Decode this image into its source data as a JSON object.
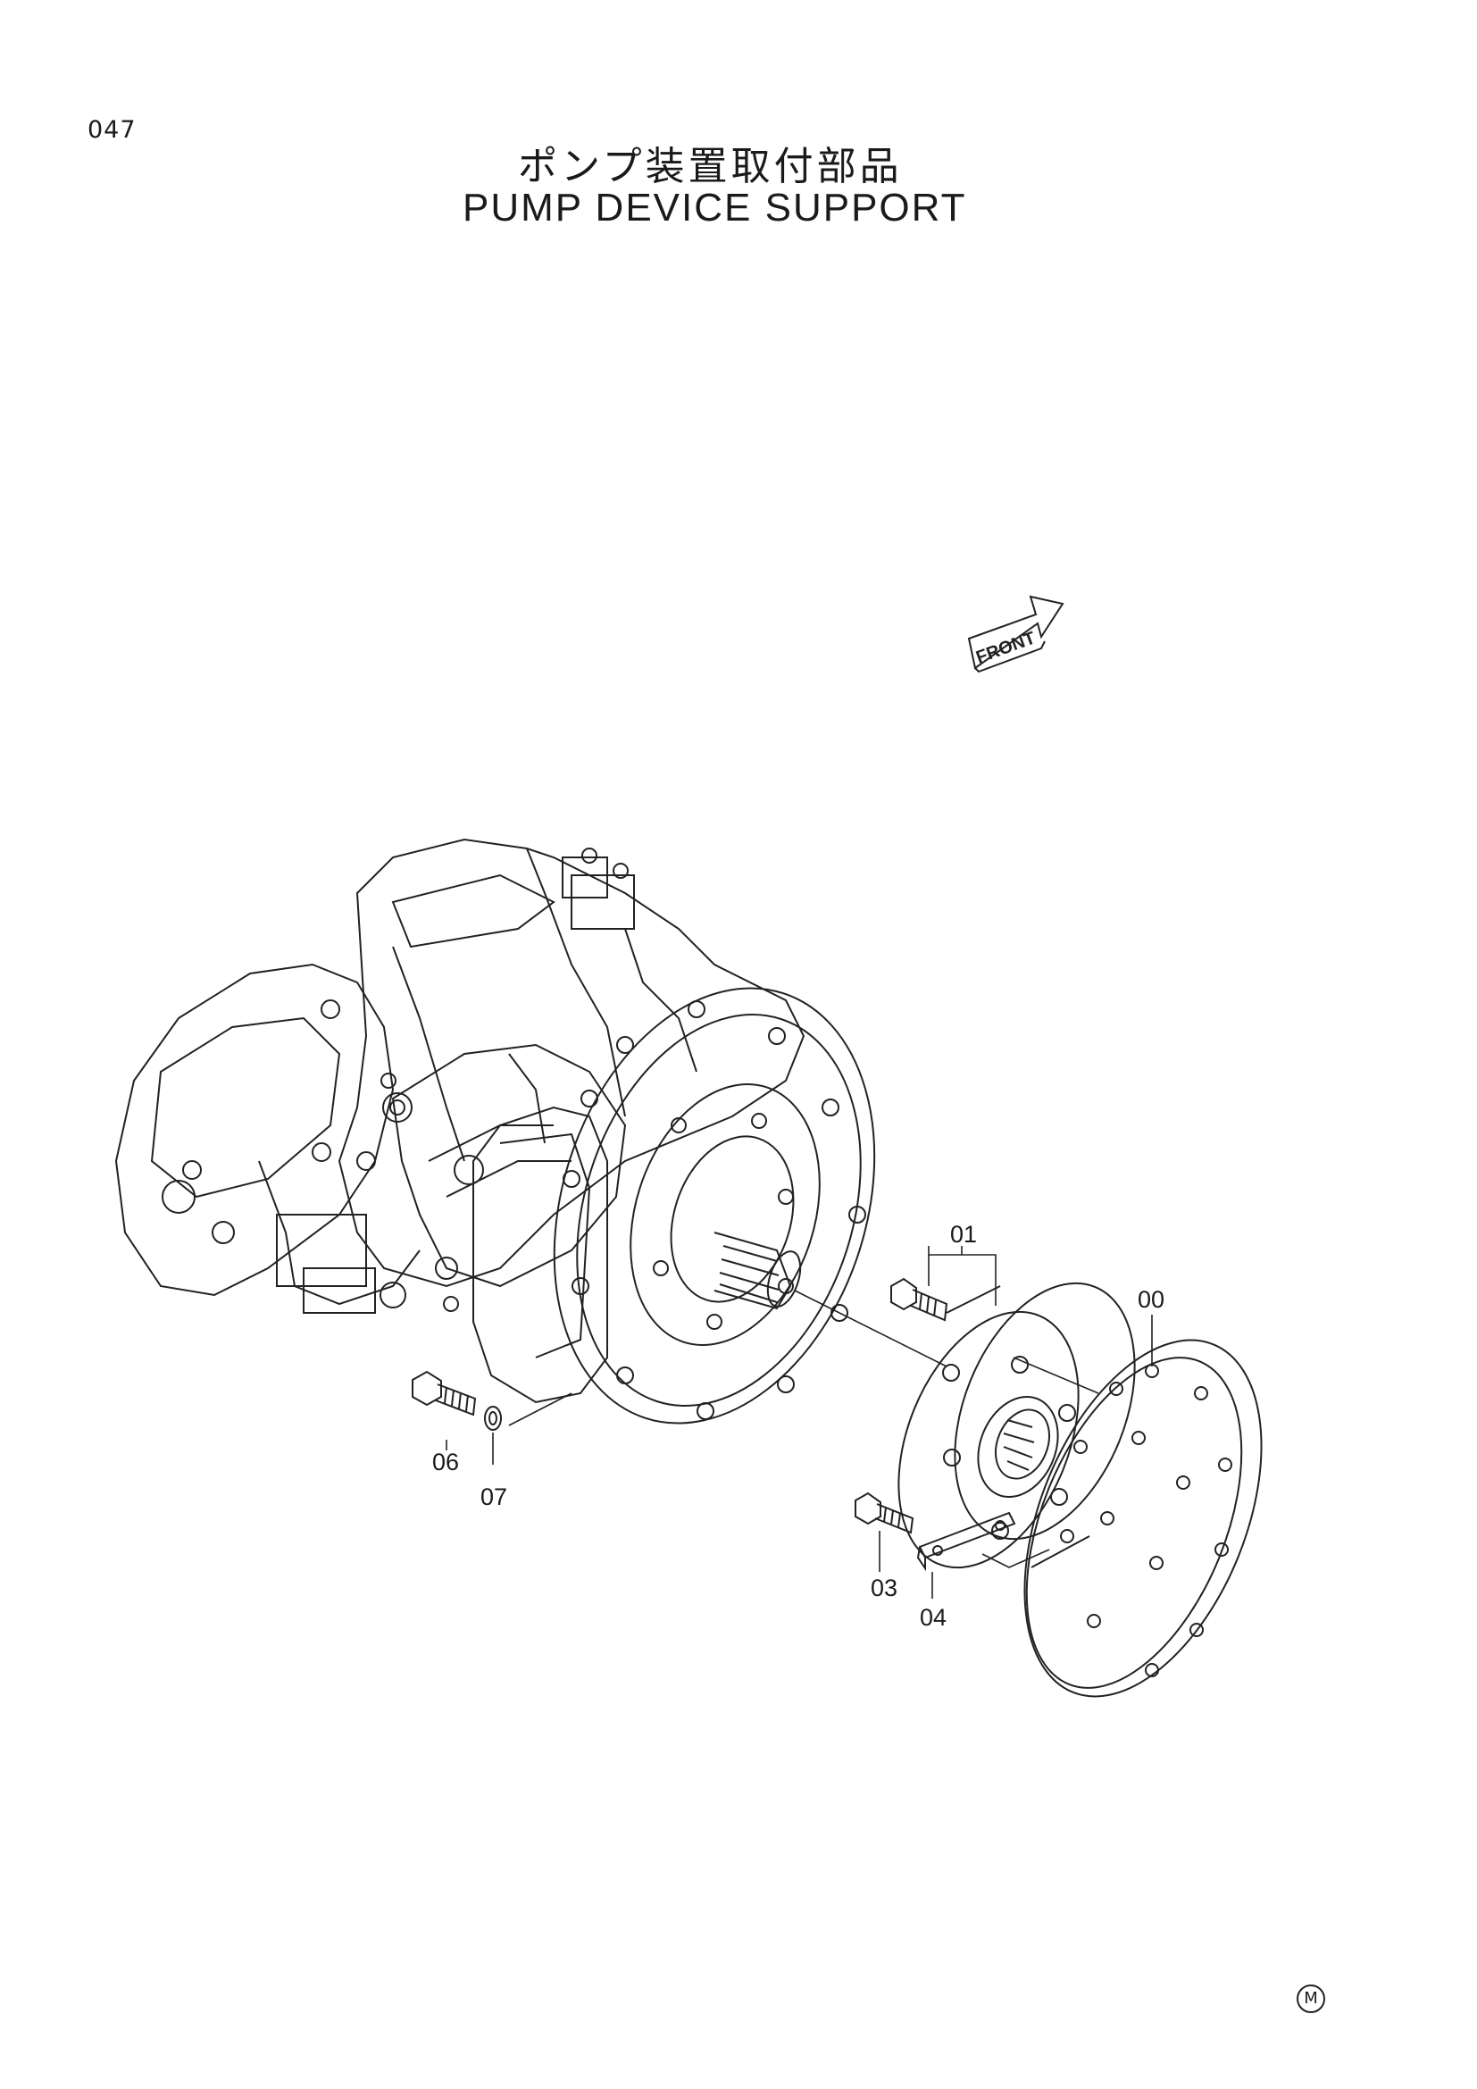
{
  "page_number": "047",
  "title_jp": "ポンプ装置取付部品",
  "title_en": "PUMP DEVICE SUPPORT",
  "front_label": "FRONT",
  "callouts": [
    "01",
    "00",
    "06",
    "07",
    "03",
    "04"
  ],
  "mark": "M"
}
